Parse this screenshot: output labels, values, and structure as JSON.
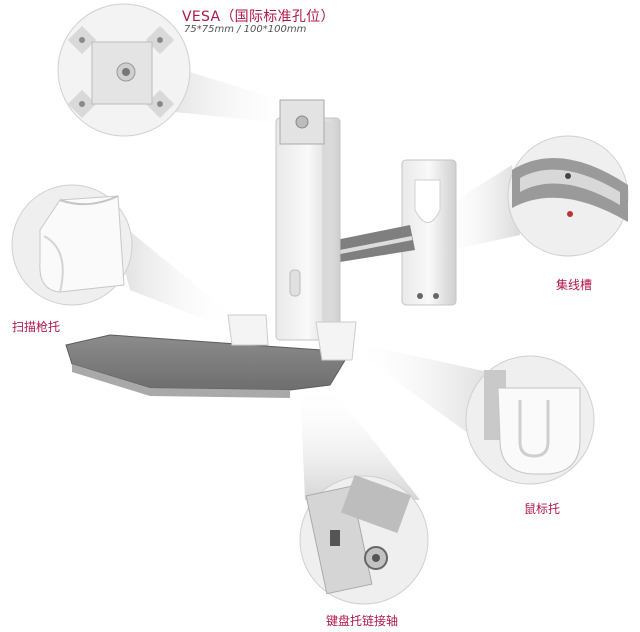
{
  "callouts": {
    "vesa": {
      "title": "VESA（国际标准孔位）",
      "subtitle": "75*75mm / 100*100mm"
    },
    "cable_channel": "集线槽",
    "scanner_holder": "扫描枪托",
    "mouse_tray": "鼠标托",
    "keyboard_hinge": "键盘托链接轴"
  },
  "colors": {
    "accent": "#b0174a"
  }
}
